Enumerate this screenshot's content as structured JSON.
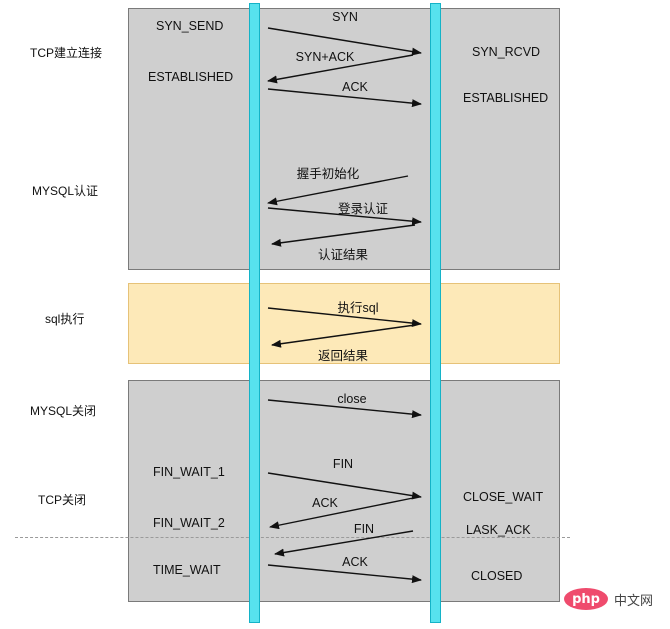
{
  "phases": {
    "tcp_connect": "TCP建立连接",
    "mysql_auth": "MYSQL认证",
    "sql_exec": "sql执行",
    "mysql_close": "MYSQL关闭",
    "tcp_close": "TCP关闭"
  },
  "client_states": {
    "syn_send": "SYN_SEND",
    "established": "ESTABLISHED",
    "fin_wait_1": "FIN_WAIT_1",
    "fin_wait_2": "FIN_WAIT_2",
    "time_wait": "TIME_WAIT"
  },
  "server_states": {
    "syn_rcvd": "SYN_RCVD",
    "established": "ESTABLISHED",
    "close_wait": "CLOSE_WAIT",
    "last_ack": "LASK_ACK",
    "closed": "CLOSED"
  },
  "messages": {
    "syn": "SYN",
    "syn_ack": "SYN+ACK",
    "ack": "ACK",
    "handshake_init": "握手初始化",
    "login_auth": "登录认证",
    "auth_result": "认证结果",
    "exec_sql": "执行sql",
    "return_result": "返回结果",
    "close": "close",
    "fin1": "FIN",
    "ack2": "ACK",
    "fin2": "FIN",
    "ack3": "ACK"
  },
  "watermark": {
    "logo": "php",
    "site": "中文网"
  },
  "colors": {
    "gray_panel": "#cfcfcf",
    "yellow_panel": "#fde9b8",
    "lifeline": "#57e2ee",
    "php_logo": "#ef4b6d"
  }
}
